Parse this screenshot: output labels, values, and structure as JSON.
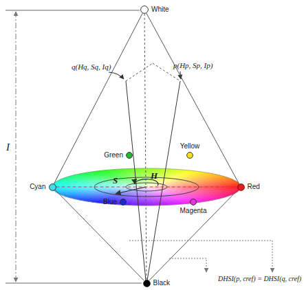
{
  "diagram": {
    "nodes": [
      {
        "text": [
          "White"
        ]
      },
      {
        "text": [
          "Green"
        ]
      },
      {
        "text": [
          "Yellow"
        ]
      },
      {
        "text": [
          "Cyan"
        ]
      },
      {
        "text": [
          "Red"
        ]
      },
      {
        "text": [
          "Blue"
        ]
      },
      {
        "text": [
          "Magenta"
        ]
      },
      {
        "text": [
          "Black"
        ]
      }
    ],
    "edges": [
      {
        "from": 0,
        "to": 3,
        "arrow": "none"
      },
      {
        "from": 0,
        "to": 4,
        "arrow": "none"
      },
      {
        "from": 3,
        "to": 7,
        "arrow": "none"
      },
      {
        "from": 4,
        "to": 7,
        "arrow": "none"
      },
      {
        "from": 3,
        "to": 4,
        "arrow": "none"
      },
      {
        "from": 0,
        "to": 7,
        "arrow": "none"
      }
    ],
    "labels": [
      "I",
      "S",
      "H",
      "q(Hq, Sq, Iq)",
      "p(Hp, Sp, Ip)",
      "DHSI(p, cref) = DHSI(q, cref)"
    ]
  }
}
